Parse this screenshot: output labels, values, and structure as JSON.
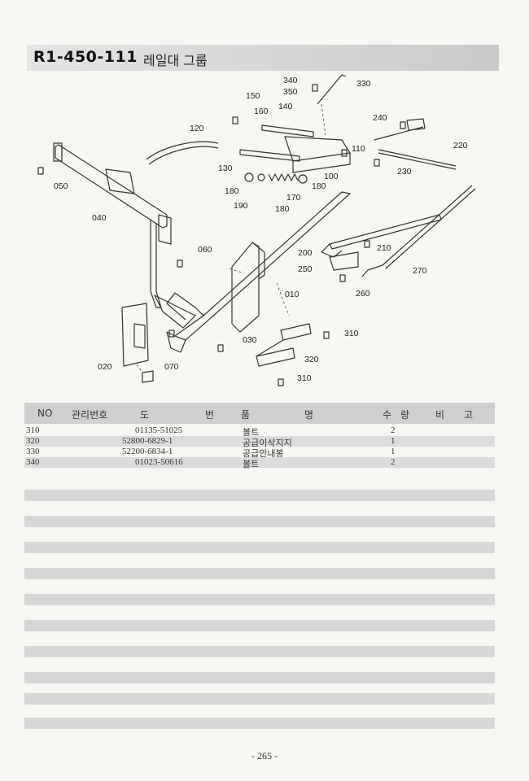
{
  "header": {
    "code": "R1-450-111",
    "name": "레일대 그룹"
  },
  "diagram": {
    "callouts": [
      "340",
      "350",
      "330",
      "150",
      "160",
      "140",
      "120",
      "110",
      "240",
      "220",
      "130",
      "100",
      "230",
      "050",
      "180",
      "190",
      "180",
      "170",
      "180",
      "040",
      "060",
      "200",
      "210",
      "250",
      "270",
      "010",
      "260",
      "310",
      "030",
      "020",
      "070",
      "320",
      "310"
    ]
  },
  "table": {
    "headers": [
      "NO",
      "관리번호",
      "도",
      "번",
      "품",
      "명",
      "수",
      "량",
      "비",
      "고"
    ],
    "rows": [
      {
        "no": "310",
        "code": "",
        "drawing": "01135-51025",
        "name": "볼트",
        "qty": "2",
        "note": ""
      },
      {
        "no": "320",
        "code": "",
        "drawing": "52800-6829-1",
        "name": "공급이삭지지",
        "qty": "1",
        "note": ""
      },
      {
        "no": "330",
        "code": "",
        "drawing": "52200-6834-1",
        "name": "공급안내봉",
        "qty": "1",
        "note": ""
      },
      {
        "no": "340",
        "code": "",
        "drawing": "01023-50616",
        "name": "볼트",
        "qty": "2",
        "note": ""
      }
    ]
  },
  "page_number": "- 265 -"
}
